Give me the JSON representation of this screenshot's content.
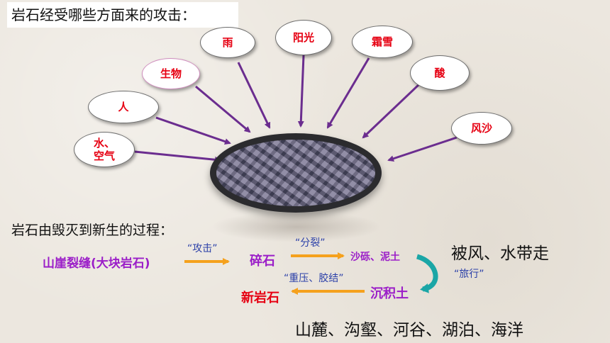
{
  "title": "岩石经受哪些方面来的攻击：",
  "attacks": [
    {
      "label": "雨"
    },
    {
      "label": "阳光"
    },
    {
      "label": "霜雪"
    },
    {
      "label": "生物"
    },
    {
      "label": "酸"
    },
    {
      "label": "人"
    },
    {
      "label": "风沙"
    },
    {
      "label": "水、\n空气"
    }
  ],
  "process": {
    "title": "岩石由毁灭到新生的过程：",
    "cliff": "山崖裂缝(大块岩石)",
    "attack_label": "“攻击”",
    "rubble": "碎石",
    "split_label": "“分裂”",
    "gravel_soil": "沙砾、泥土",
    "travel_label": "“旅行”",
    "wind_water": "被风、水带走",
    "sediment": "沉积土",
    "press_label": "“重压、胶结”",
    "new_rock": "新岩石",
    "places": "山麓、沟壑、河谷、湖泊、海洋"
  },
  "colors": {
    "attack_arrow": "#6b2d8f",
    "process_arrow": "#f5a11d",
    "cycle_arrow": "#1aa6a6",
    "term_purple": "#9b1ec8",
    "term_red": "#e60012",
    "label_blue": "#2a3fa8"
  }
}
